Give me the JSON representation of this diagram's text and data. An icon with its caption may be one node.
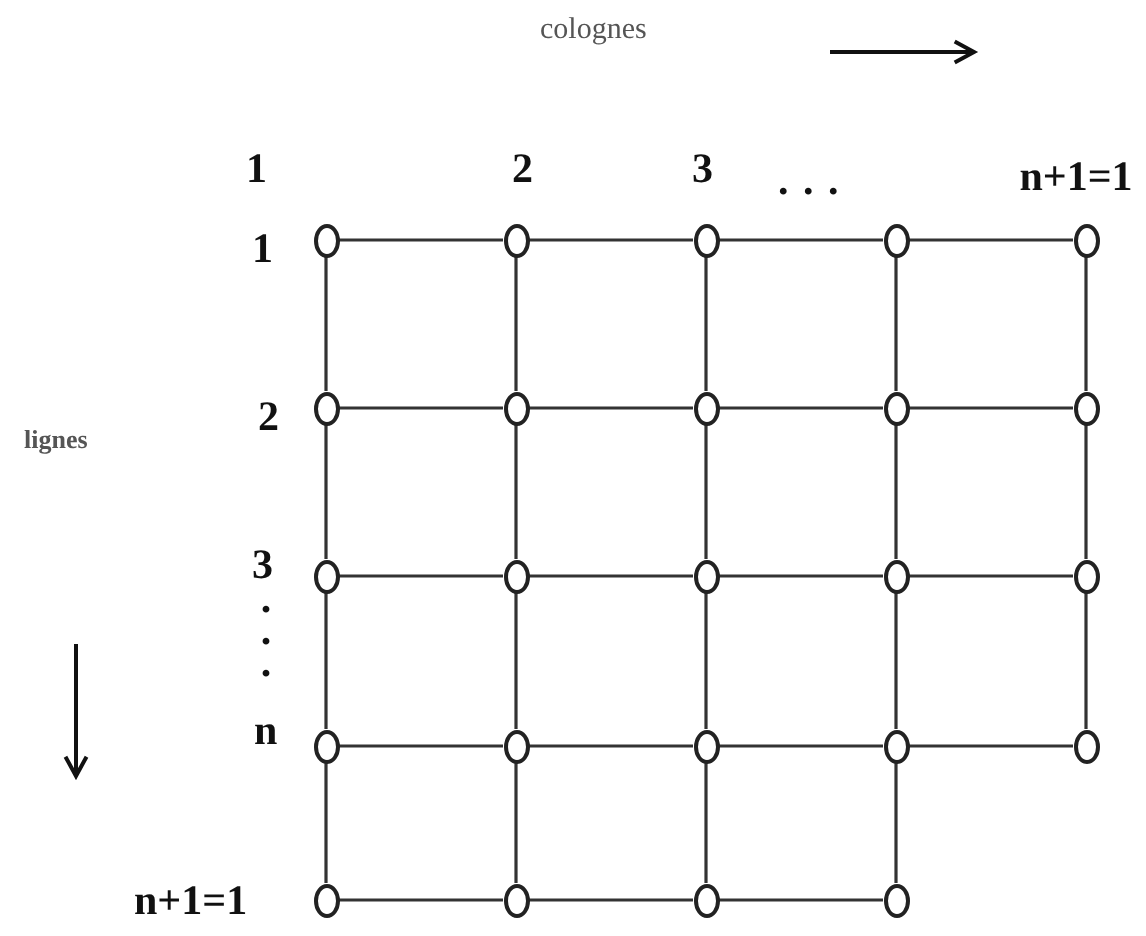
{
  "diagram": {
    "nodes": [
      {
        "text": [],
        "shape": "circle"
      },
      {
        "text": [],
        "shape": "circle"
      },
      {
        "text": [],
        "shape": "circle"
      },
      {
        "text": [],
        "shape": "circle"
      },
      {
        "text": [],
        "shape": "circle"
      },
      {
        "text": [],
        "shape": "circle"
      },
      {
        "text": [],
        "shape": "circle"
      },
      {
        "text": [],
        "shape": "circle"
      },
      {
        "text": [],
        "shape": "circle"
      },
      {
        "text": [],
        "shape": "circle"
      },
      {
        "text": [],
        "shape": "circle"
      },
      {
        "text": [],
        "shape": "circle"
      },
      {
        "text": [],
        "shape": "circle"
      },
      {
        "text": [],
        "shape": "circle"
      },
      {
        "text": [],
        "shape": "circle"
      },
      {
        "text": [],
        "shape": "circle"
      },
      {
        "text": [],
        "shape": "circle"
      },
      {
        "text": [],
        "shape": "circle"
      },
      {
        "text": [],
        "shape": "circle"
      },
      {
        "text": [],
        "shape": "circle"
      },
      {
        "text": [],
        "shape": "circle"
      },
      {
        "text": [],
        "shape": "circle"
      },
      {
        "text": [],
        "shape": "circle"
      },
      {
        "text": [],
        "shape": "circle"
      }
    ],
    "edges": [
      {
        "from": 0,
        "to": 1,
        "arrow": "none"
      },
      {
        "from": 1,
        "to": 2,
        "arrow": "none"
      },
      {
        "from": 2,
        "to": 3,
        "arrow": "none"
      },
      {
        "from": 3,
        "to": 4,
        "arrow": "none"
      },
      {
        "from": 5,
        "to": 6,
        "arrow": "none"
      },
      {
        "from": 6,
        "to": 7,
        "arrow": "none"
      },
      {
        "from": 7,
        "to": 8,
        "arrow": "none"
      },
      {
        "from": 8,
        "to": 9,
        "arrow": "none"
      },
      {
        "from": 10,
        "to": 11,
        "arrow": "none"
      },
      {
        "from": 11,
        "to": 12,
        "arrow": "none"
      },
      {
        "from": 12,
        "to": 13,
        "arrow": "none"
      },
      {
        "from": 13,
        "to": 14,
        "arrow": "none"
      },
      {
        "from": 15,
        "to": 16,
        "arrow": "none"
      },
      {
        "from": 16,
        "to": 17,
        "arrow": "none"
      },
      {
        "from": 17,
        "to": 18,
        "arrow": "none"
      },
      {
        "from": 18,
        "to": 19,
        "arrow": "none"
      },
      {
        "from": 20,
        "to": 21,
        "arrow": "none"
      },
      {
        "from": 21,
        "to": 22,
        "arrow": "none"
      },
      {
        "from": 22,
        "to": 23,
        "arrow": "none"
      },
      {
        "from": 0,
        "to": 5,
        "arrow": "none"
      },
      {
        "from": 5,
        "to": 10,
        "arrow": "none"
      },
      {
        "from": 10,
        "to": 15,
        "arrow": "none"
      },
      {
        "from": 15,
        "to": 20,
        "arrow": "none"
      },
      {
        "from": 1,
        "to": 6,
        "arrow": "none"
      },
      {
        "from": 6,
        "to": 11,
        "arrow": "none"
      },
      {
        "from": 11,
        "to": 16,
        "arrow": "none"
      },
      {
        "from": 16,
        "to": 21,
        "arrow": "none"
      },
      {
        "from": 2,
        "to": 7,
        "arrow": "none"
      },
      {
        "from": 7,
        "to": 12,
        "arrow": "none"
      },
      {
        "from": 12,
        "to": 17,
        "arrow": "none"
      },
      {
        "from": 17,
        "to": 22,
        "arrow": "none"
      },
      {
        "from": 3,
        "to": 8,
        "arrow": "none"
      },
      {
        "from": 8,
        "to": 13,
        "arrow": "none"
      },
      {
        "from": 13,
        "to": 18,
        "arrow": "none"
      },
      {
        "from": 18,
        "to": 23,
        "arrow": "none"
      },
      {
        "from": 4,
        "to": 9,
        "arrow": "none"
      },
      {
        "from": 9,
        "to": 14,
        "arrow": "none"
      },
      {
        "from": 14,
        "to": 19,
        "arrow": "none"
      }
    ],
    "labels": [
      "colognes",
      "1",
      "2",
      "3",
      ". . .",
      "n+1=1",
      "1",
      "lignes",
      "2",
      "3",
      ". . .",
      "n",
      "n+1=1"
    ]
  }
}
